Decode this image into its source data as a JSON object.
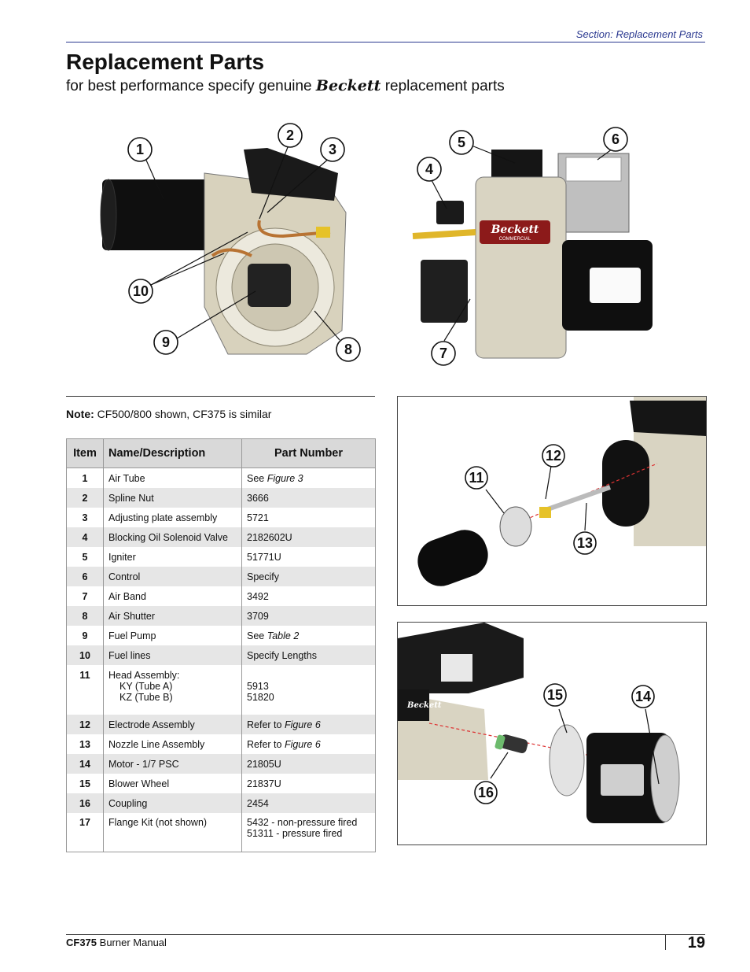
{
  "header": {
    "section": "Section: Replacement Parts"
  },
  "title": "Replacement Parts",
  "subtitle": {
    "before": "for best performance specify genuine",
    "brand": "Beckett",
    "after": "replacement parts"
  },
  "figures": {
    "left_callouts": [
      "1",
      "2",
      "3",
      "10",
      "9",
      "8"
    ],
    "right_callouts": [
      "5",
      "6",
      "4",
      "7"
    ],
    "brand_badge": {
      "name": "Beckett",
      "sub": "COMMERCIAL"
    },
    "head_callouts": [
      "11",
      "12",
      "13"
    ],
    "motor_callouts": [
      "15",
      "14",
      "16"
    ],
    "motor_badge": "Beckett"
  },
  "note": {
    "label": "Note:",
    "text": "CF500/800 shown, CF375 is similar"
  },
  "table": {
    "headers": [
      "Item",
      "Name/Description",
      "Part Number"
    ],
    "rows": [
      {
        "item": "1",
        "name": "Air Tube",
        "part_prefix": "See ",
        "part_ref": "Figure 3"
      },
      {
        "item": "2",
        "name": "Spline Nut",
        "part": "3666"
      },
      {
        "item": "3",
        "name": "Adjusting plate assembly",
        "part": "5721"
      },
      {
        "item": "4",
        "name": "Blocking Oil Solenoid Valve",
        "part": "2182602U"
      },
      {
        "item": "5",
        "name": "Igniter",
        "part": "51771U"
      },
      {
        "item": "6",
        "name": "Control",
        "part": "Specify"
      },
      {
        "item": "7",
        "name": "Air Band",
        "part": "3492"
      },
      {
        "item": "8",
        "name": "Air Shutter",
        "part": "3709"
      },
      {
        "item": "9",
        "name": "Fuel Pump",
        "part_prefix": "See ",
        "part_ref": "Table 2"
      },
      {
        "item": "10",
        "name": "Fuel lines",
        "part": "Specify Lengths"
      },
      {
        "item": "11",
        "name": "Head Assembly:",
        "name_sub1": "KY (Tube A)",
        "name_sub2": "KZ (Tube B)",
        "part1": "5913",
        "part2": "51820"
      },
      {
        "item": "12",
        "name": "Electrode Assembly",
        "part_prefix": "Refer to ",
        "part_ref": "Figure 6"
      },
      {
        "item": "13",
        "name": "Nozzle Line Assembly",
        "part_prefix": "Refer to ",
        "part_ref": "Figure 6"
      },
      {
        "item": "14",
        "name": "Motor - 1/7 PSC",
        "part": "21805U"
      },
      {
        "item": "15",
        "name": "Blower Wheel",
        "part": "21837U"
      },
      {
        "item": "16",
        "name": "Coupling",
        "part": "2454"
      },
      {
        "item": "17",
        "name": "Flange Kit (not shown)",
        "part1": "5432 - non-pressure fired",
        "part2": "51311 - pressure fired"
      }
    ]
  },
  "footer": {
    "model": "CF375",
    "manual": " Burner Manual",
    "page": "19"
  }
}
